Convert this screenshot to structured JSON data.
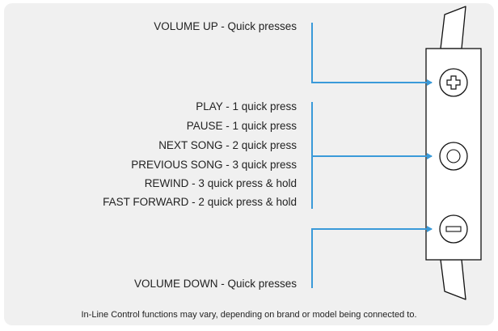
{
  "labels": {
    "volume_up": "VOLUME UP - Quick presses",
    "middle": [
      "PLAY - 1 quick press",
      "PAUSE - 1 quick press",
      "NEXT SONG - 2 quick press",
      "PREVIOUS SONG - 3 quick press",
      "REWIND - 3 quick press & hold",
      "FAST FORWARD - 2 quick press & hold"
    ],
    "volume_down": "VOLUME DOWN - Quick presses"
  },
  "footnote": "In-Line Control functions may vary, depending on brand or model being connected to.",
  "colors": {
    "background": "#f0f0f0",
    "arrow": "#3a9ad9",
    "outline": "#111111",
    "text": "#222222"
  },
  "icons": {
    "top_button": "plus-icon",
    "middle_button": "center-circle-icon",
    "bottom_button": "minus-icon"
  }
}
